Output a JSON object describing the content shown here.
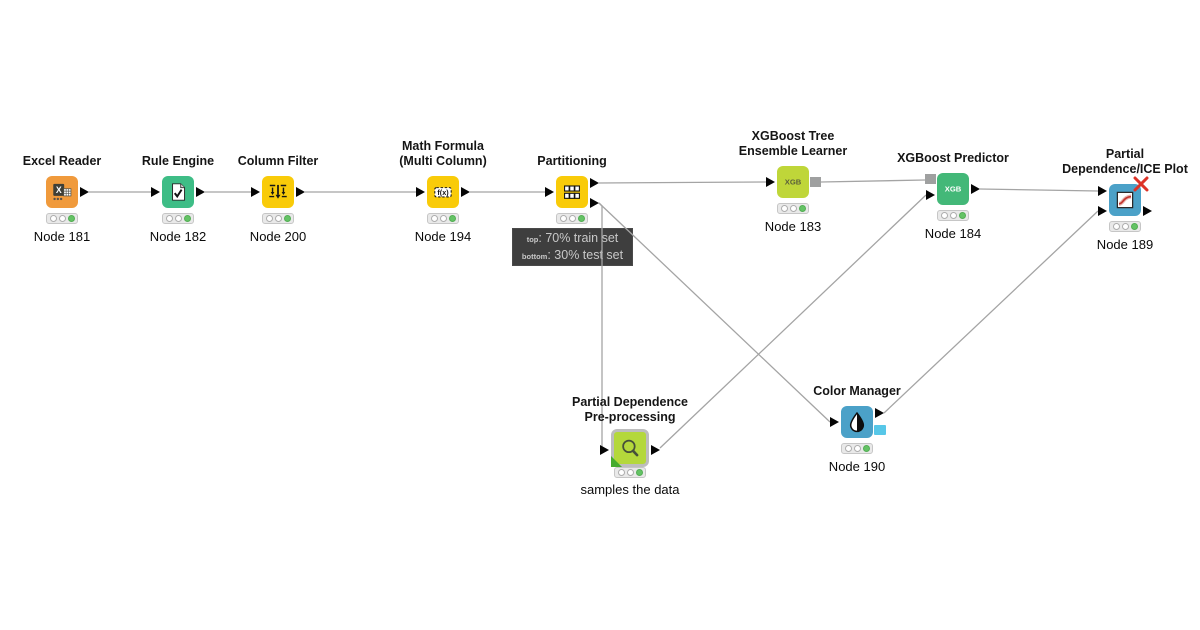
{
  "colors": {
    "canvas_background": "#ffffff",
    "source_orange": "#f09a3c",
    "manipulator_yellow": "#f9cb09",
    "rule_engine_green": "#3ebd86",
    "learner_lime": "#bfd639",
    "predictor_green": "#43b878",
    "view_blue": "#4ba1c8",
    "component_lime": "#b4d83b",
    "component_frame_gray": "#bdbdbd",
    "model_port_gray": "#9fa0a0",
    "color_port_cyan": "#57c7e8",
    "wire_gray": "#a4a4a4",
    "status_green": "#64c365",
    "annotation_background": "#3e3e3e",
    "annotation_text": "#c8c8c8",
    "inactive_port_x_red": "#dd3327"
  },
  "glyphs": {
    "excel_x": "X",
    "math_fx": "f(x)",
    "xgb": "XGB"
  },
  "nodes": {
    "excel_reader": {
      "title": "Excel Reader",
      "label": "Node 181",
      "status": "executed"
    },
    "rule_engine": {
      "title": "Rule Engine",
      "label": "Node 182",
      "status": "executed"
    },
    "column_filter": {
      "title": "Column Filter",
      "label": "Node 200",
      "status": "executed"
    },
    "math_formula": {
      "title": "Math Formula",
      "title2": "(Multi Column)",
      "label": "Node 194",
      "status": "executed"
    },
    "partitioning": {
      "title": "Partitioning",
      "status": "executed"
    },
    "xgboost_learner": {
      "title": "XGBoost Tree",
      "title2": "Ensemble Learner",
      "label": "Node 183",
      "status": "executed"
    },
    "xgboost_predictor": {
      "title": "XGBoost Predictor",
      "label": "Node 184",
      "status": "executed"
    },
    "ice_plot": {
      "title": "Partial",
      "title2": "Dependence/ICE Plot",
      "label": "Node 189",
      "status": "executed"
    },
    "pre_processing": {
      "title": "Partial Dependence",
      "title2": "Pre-processing",
      "label": "samples the data",
      "status": "executed"
    },
    "color_manager": {
      "title": "Color Manager",
      "label": "Node 190",
      "status": "executed"
    }
  },
  "annotation": {
    "line1_label": "top",
    "line1_text": ": 70% train set",
    "line2_label": "bottom",
    "line2_text": ": 30% test set"
  },
  "connections": [
    {
      "from": "excel_reader",
      "to": "rule_engine"
    },
    {
      "from": "rule_engine",
      "to": "column_filter"
    },
    {
      "from": "column_filter",
      "to": "math_formula"
    },
    {
      "from": "math_formula",
      "to": "partitioning"
    },
    {
      "from": "partitioning",
      "from_port": "top (train)",
      "to": "xgboost_learner"
    },
    {
      "from": "partitioning",
      "from_port": "bottom (test)",
      "to": "pre_processing"
    },
    {
      "from": "partitioning",
      "from_port": "bottom (test)",
      "to": "color_manager"
    },
    {
      "from": "xgboost_learner",
      "from_port": "model",
      "to": "xgboost_predictor",
      "to_port": "model"
    },
    {
      "from": "pre_processing",
      "to": "xgboost_predictor",
      "to_port": "data"
    },
    {
      "from": "xgboost_predictor",
      "to": "ice_plot",
      "to_port": "input 1"
    },
    {
      "from": "color_manager",
      "to": "ice_plot",
      "to_port": "input 2"
    }
  ]
}
